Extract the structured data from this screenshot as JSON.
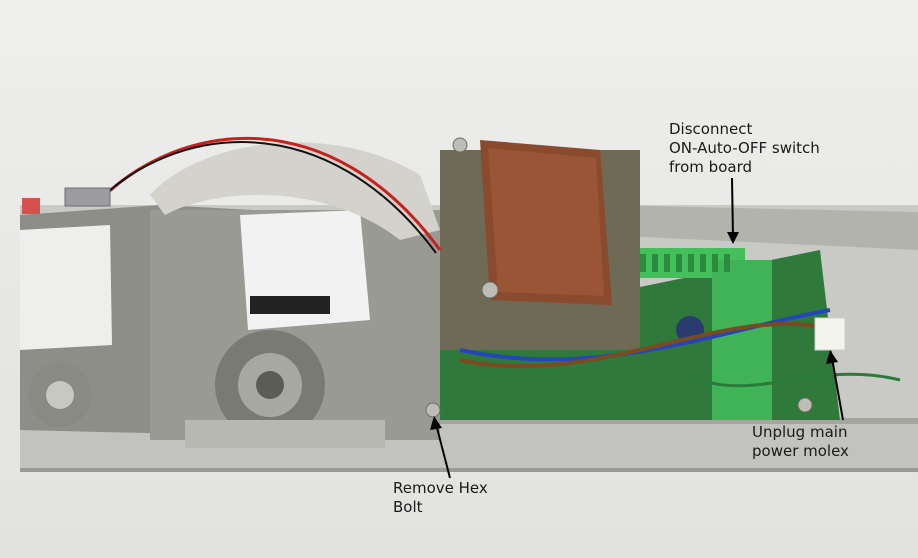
{
  "photo": {
    "description_colors": {
      "backdrop": "#e8e8e6",
      "housing": "#bcbcb8",
      "motor": "#8e8e88",
      "pcb": "#2f7a3a",
      "terminal": "#43c05a",
      "transformer_cap": "#8a4a2e",
      "label": "#f2f2f2"
    }
  },
  "annotations": {
    "disconnect_switch": "Disconnect\nON-Auto-OFF switch\nfrom board",
    "remove_bolt": "Remove Hex\nBolt",
    "unplug_molex": "Unplug main\npower molex"
  }
}
